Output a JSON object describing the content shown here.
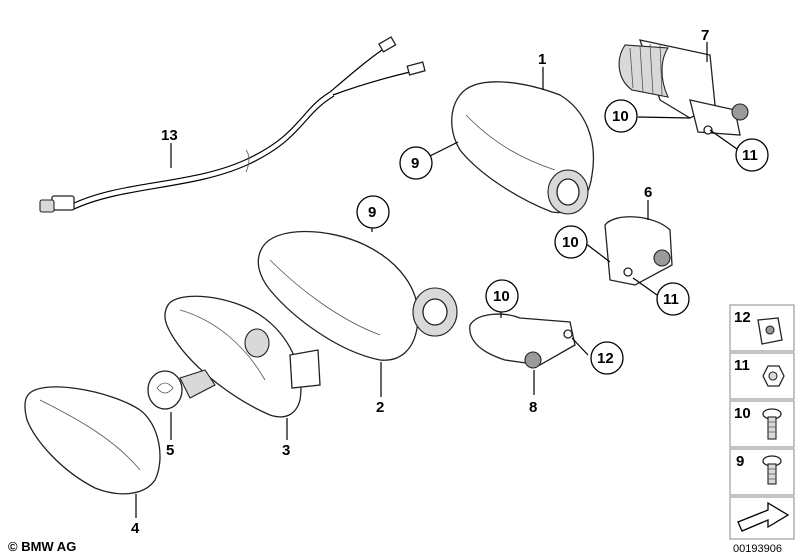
{
  "callouts": {
    "n1": "1",
    "n2": "2",
    "n3": "3",
    "n4": "4",
    "n5": "5",
    "n6": "6",
    "n7": "7",
    "n8": "8",
    "n9a": "9",
    "n9b": "9",
    "n10a": "10",
    "n10b": "10",
    "n10c": "10",
    "n11a": "11",
    "n11b": "11",
    "n12": "12",
    "n13": "13"
  },
  "legend": {
    "items": [
      "12",
      "11",
      "10",
      "9"
    ]
  },
  "footer": {
    "copyright": "© BMW AG",
    "drawing_id": "00193906"
  }
}
